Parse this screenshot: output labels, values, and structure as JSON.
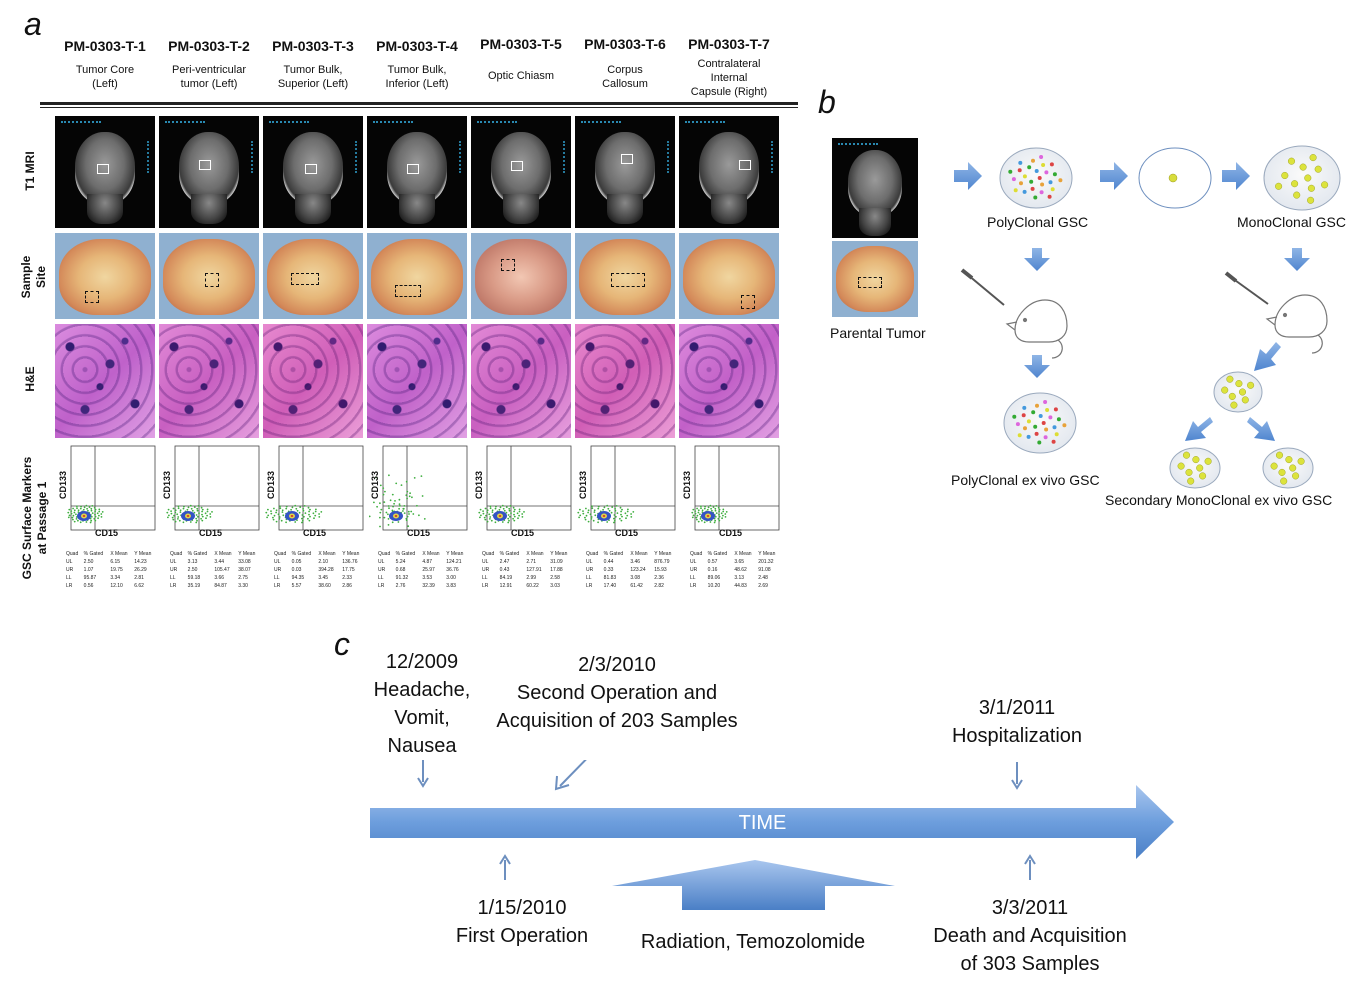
{
  "panels": {
    "a": "a",
    "b": "b",
    "c": "c"
  },
  "panel_a": {
    "columns": [
      {
        "id": "PM-0303-T-1",
        "desc": [
          "Tumor Core",
          "(Left)"
        ]
      },
      {
        "id": "PM-0303-T-2",
        "desc": [
          "Peri-ventricular",
          "tumor (Left)"
        ]
      },
      {
        "id": "PM-0303-T-3",
        "desc": [
          "Tumor Bulk,",
          "Superior (Left)"
        ]
      },
      {
        "id": "PM-0303-T-4",
        "desc": [
          "Tumor Bulk,",
          "Inferior (Left)"
        ]
      },
      {
        "id": "PM-0303-T-5",
        "desc": [
          "Optic Chiasm"
        ]
      },
      {
        "id": "PM-0303-T-6",
        "desc": [
          "Corpus",
          "Callosum"
        ]
      },
      {
        "id": "PM-0303-T-7",
        "desc": [
          "Contralateral",
          "Internal",
          "Capsule (Right)"
        ]
      }
    ],
    "row_labels": {
      "mri": "T1 MRI",
      "site": [
        "Sample",
        "Site"
      ],
      "he": "H&E",
      "gsc": [
        "GSC Surface Markers",
        "at Passage 1"
      ]
    },
    "flow_axis": {
      "x": "CD15",
      "y": "CD133"
    },
    "flow_table_header": [
      "Quad",
      "% Gated",
      "X Mean",
      "Y Mean"
    ],
    "flow_tables": [
      [
        [
          "UL",
          "2.50",
          "6.15",
          "14.23"
        ],
        [
          "UR",
          "1.07",
          "19.75",
          "26.29"
        ],
        [
          "LL",
          "95.87",
          "3.34",
          "2.81"
        ],
        [
          "LR",
          "0.56",
          "12.10",
          "6.62"
        ]
      ],
      [
        [
          "UL",
          "3.13",
          "3.44",
          "33.08"
        ],
        [
          "UR",
          "2.50",
          "105.47",
          "38.07"
        ],
        [
          "LL",
          "59.18",
          "3.66",
          "2.75"
        ],
        [
          "LR",
          "35.19",
          "84.87",
          "3.30"
        ]
      ],
      [
        [
          "UL",
          "0.05",
          "2.10",
          "136.76"
        ],
        [
          "UR",
          "0.03",
          "394.28",
          "17.75"
        ],
        [
          "LL",
          "94.35",
          "3.45",
          "2.33"
        ],
        [
          "LR",
          "5.57",
          "38.60",
          "2.86"
        ]
      ],
      [
        [
          "UL",
          "5.24",
          "4.87",
          "124.21"
        ],
        [
          "UR",
          "0.68",
          "25.97",
          "36.76"
        ],
        [
          "LL",
          "91.32",
          "3.53",
          "3.00"
        ],
        [
          "LR",
          "2.76",
          "32.39",
          "3.83"
        ]
      ],
      [
        [
          "UL",
          "2.47",
          "2.71",
          "31.09"
        ],
        [
          "UR",
          "0.43",
          "127.91",
          "17.88"
        ],
        [
          "LL",
          "84.19",
          "2.99",
          "2.58"
        ],
        [
          "LR",
          "12.91",
          "60.22",
          "3.03"
        ]
      ],
      [
        [
          "UL",
          "0.44",
          "3.46",
          "876.79"
        ],
        [
          "UR",
          "0.33",
          "123.24",
          "15.93"
        ],
        [
          "LL",
          "81.83",
          "3.08",
          "2.36"
        ],
        [
          "LR",
          "17.40",
          "61.42",
          "2.82"
        ]
      ],
      [
        [
          "UL",
          "0.57",
          "3.65",
          "201.32"
        ],
        [
          "UR",
          "0.16",
          "48.62",
          "91.08"
        ],
        [
          "LL",
          "89.06",
          "3.13",
          "2.48"
        ],
        [
          "LR",
          "10.20",
          "44.83",
          "2.69"
        ]
      ]
    ]
  },
  "panel_b": {
    "parental": "Parental Tumor",
    "polyclonal": "PolyClonal GSC",
    "monoclonal": "MonoClonal GSC",
    "poly_exvivo": "PolyClonal ex vivo GSC",
    "secondary_mono": "Secondary MonoClonal ex vivo GSC"
  },
  "panel_c": {
    "time_label": "TIME",
    "above": [
      {
        "lines": [
          "12/2009",
          "Headache,",
          "Vomit,",
          "Nausea"
        ]
      },
      {
        "lines": [
          "2/3/2010",
          "Second Operation and",
          "Acquisition of 203 Samples"
        ]
      },
      {
        "lines": [
          "3/1/2011",
          "Hospitalization"
        ]
      }
    ],
    "below": [
      {
        "lines": [
          "1/15/2010",
          "First Operation"
        ]
      },
      {
        "lines": [
          "Radiation, Temozolomide"
        ]
      },
      {
        "lines": [
          "3/3/2011",
          "Death and Acquisition",
          "of 303 Samples"
        ]
      }
    ]
  }
}
